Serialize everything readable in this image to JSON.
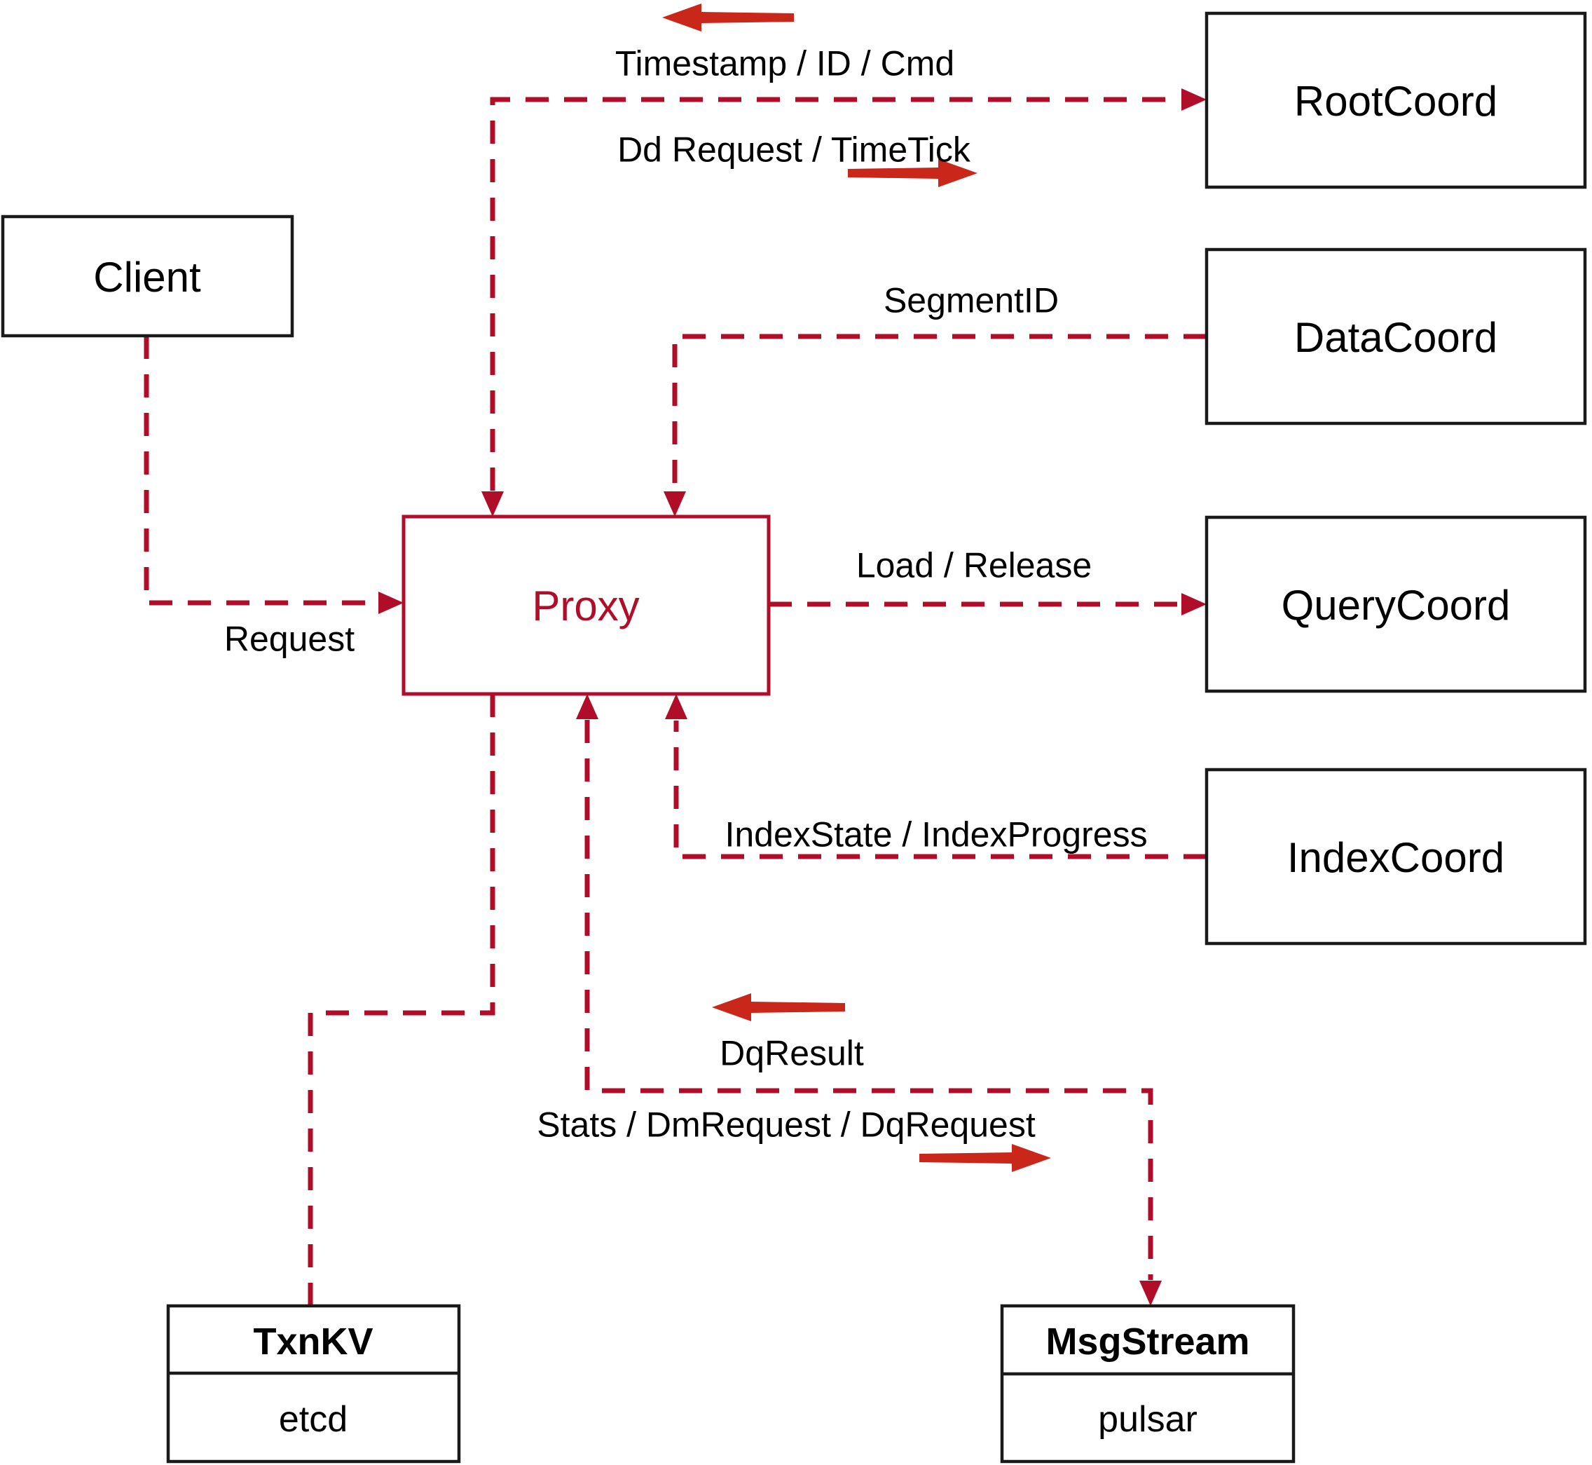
{
  "diagram": {
    "nodes": {
      "client": {
        "label": "Client"
      },
      "proxy": {
        "label": "Proxy"
      },
      "root_coord": {
        "label": "RootCoord"
      },
      "data_coord": {
        "label": "DataCoord"
      },
      "query_coord": {
        "label": "QueryCoord"
      },
      "index_coord": {
        "label": "IndexCoord"
      },
      "txn_kv": {
        "title": "TxnKV",
        "implementation": "etcd"
      },
      "msg_stream": {
        "title": "MsgStream",
        "implementation": "pulsar"
      }
    },
    "edge_labels": {
      "timestamp_id_cmd": "Timestamp / ID / Cmd",
      "dd_request_timetick": "Dd Request / TimeTick",
      "segment_id": "SegmentID",
      "load_release": "Load / Release",
      "index_state": "IndexState / IndexProgress",
      "request": "Request",
      "dq_result": "DqResult",
      "stats_dm_dq": "Stats / DmRequest / DqRequest"
    },
    "colors": {
      "connector_dash": "#b00d28",
      "proxy_accent": "#b00d28",
      "direction_arrow": "#c9271a",
      "node_border": "#1a1a1a",
      "text": "#000000",
      "background": "#ffffff"
    }
  }
}
